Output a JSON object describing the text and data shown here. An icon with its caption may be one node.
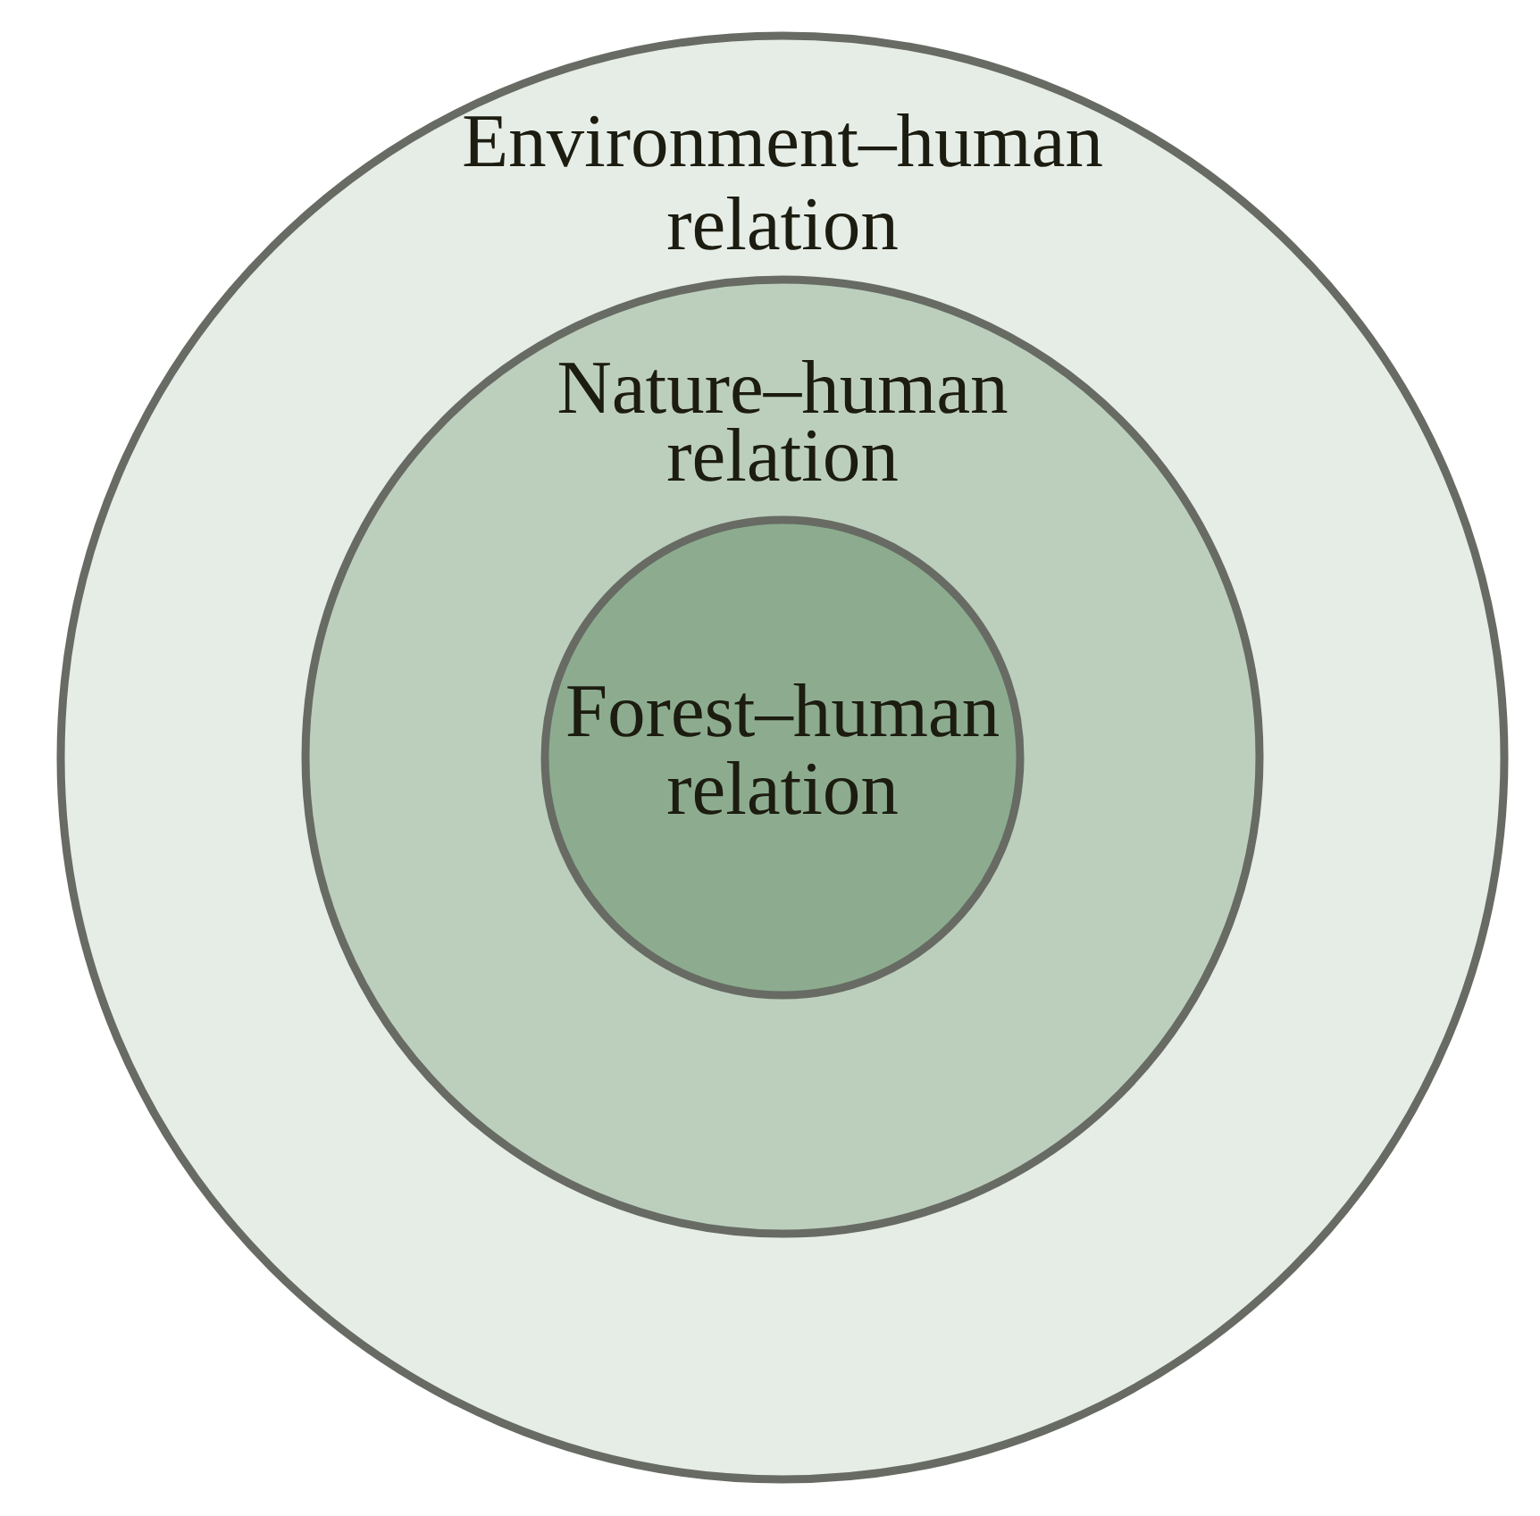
{
  "diagram": {
    "nodes": [
      {
        "text": [
          "Environment–human relation"
        ]
      },
      {
        "text": [
          "Nature–human relation"
        ],
        "in": 0
      },
      {
        "text": [
          "Forest–human relation"
        ],
        "in": 1
      }
    ]
  }
}
